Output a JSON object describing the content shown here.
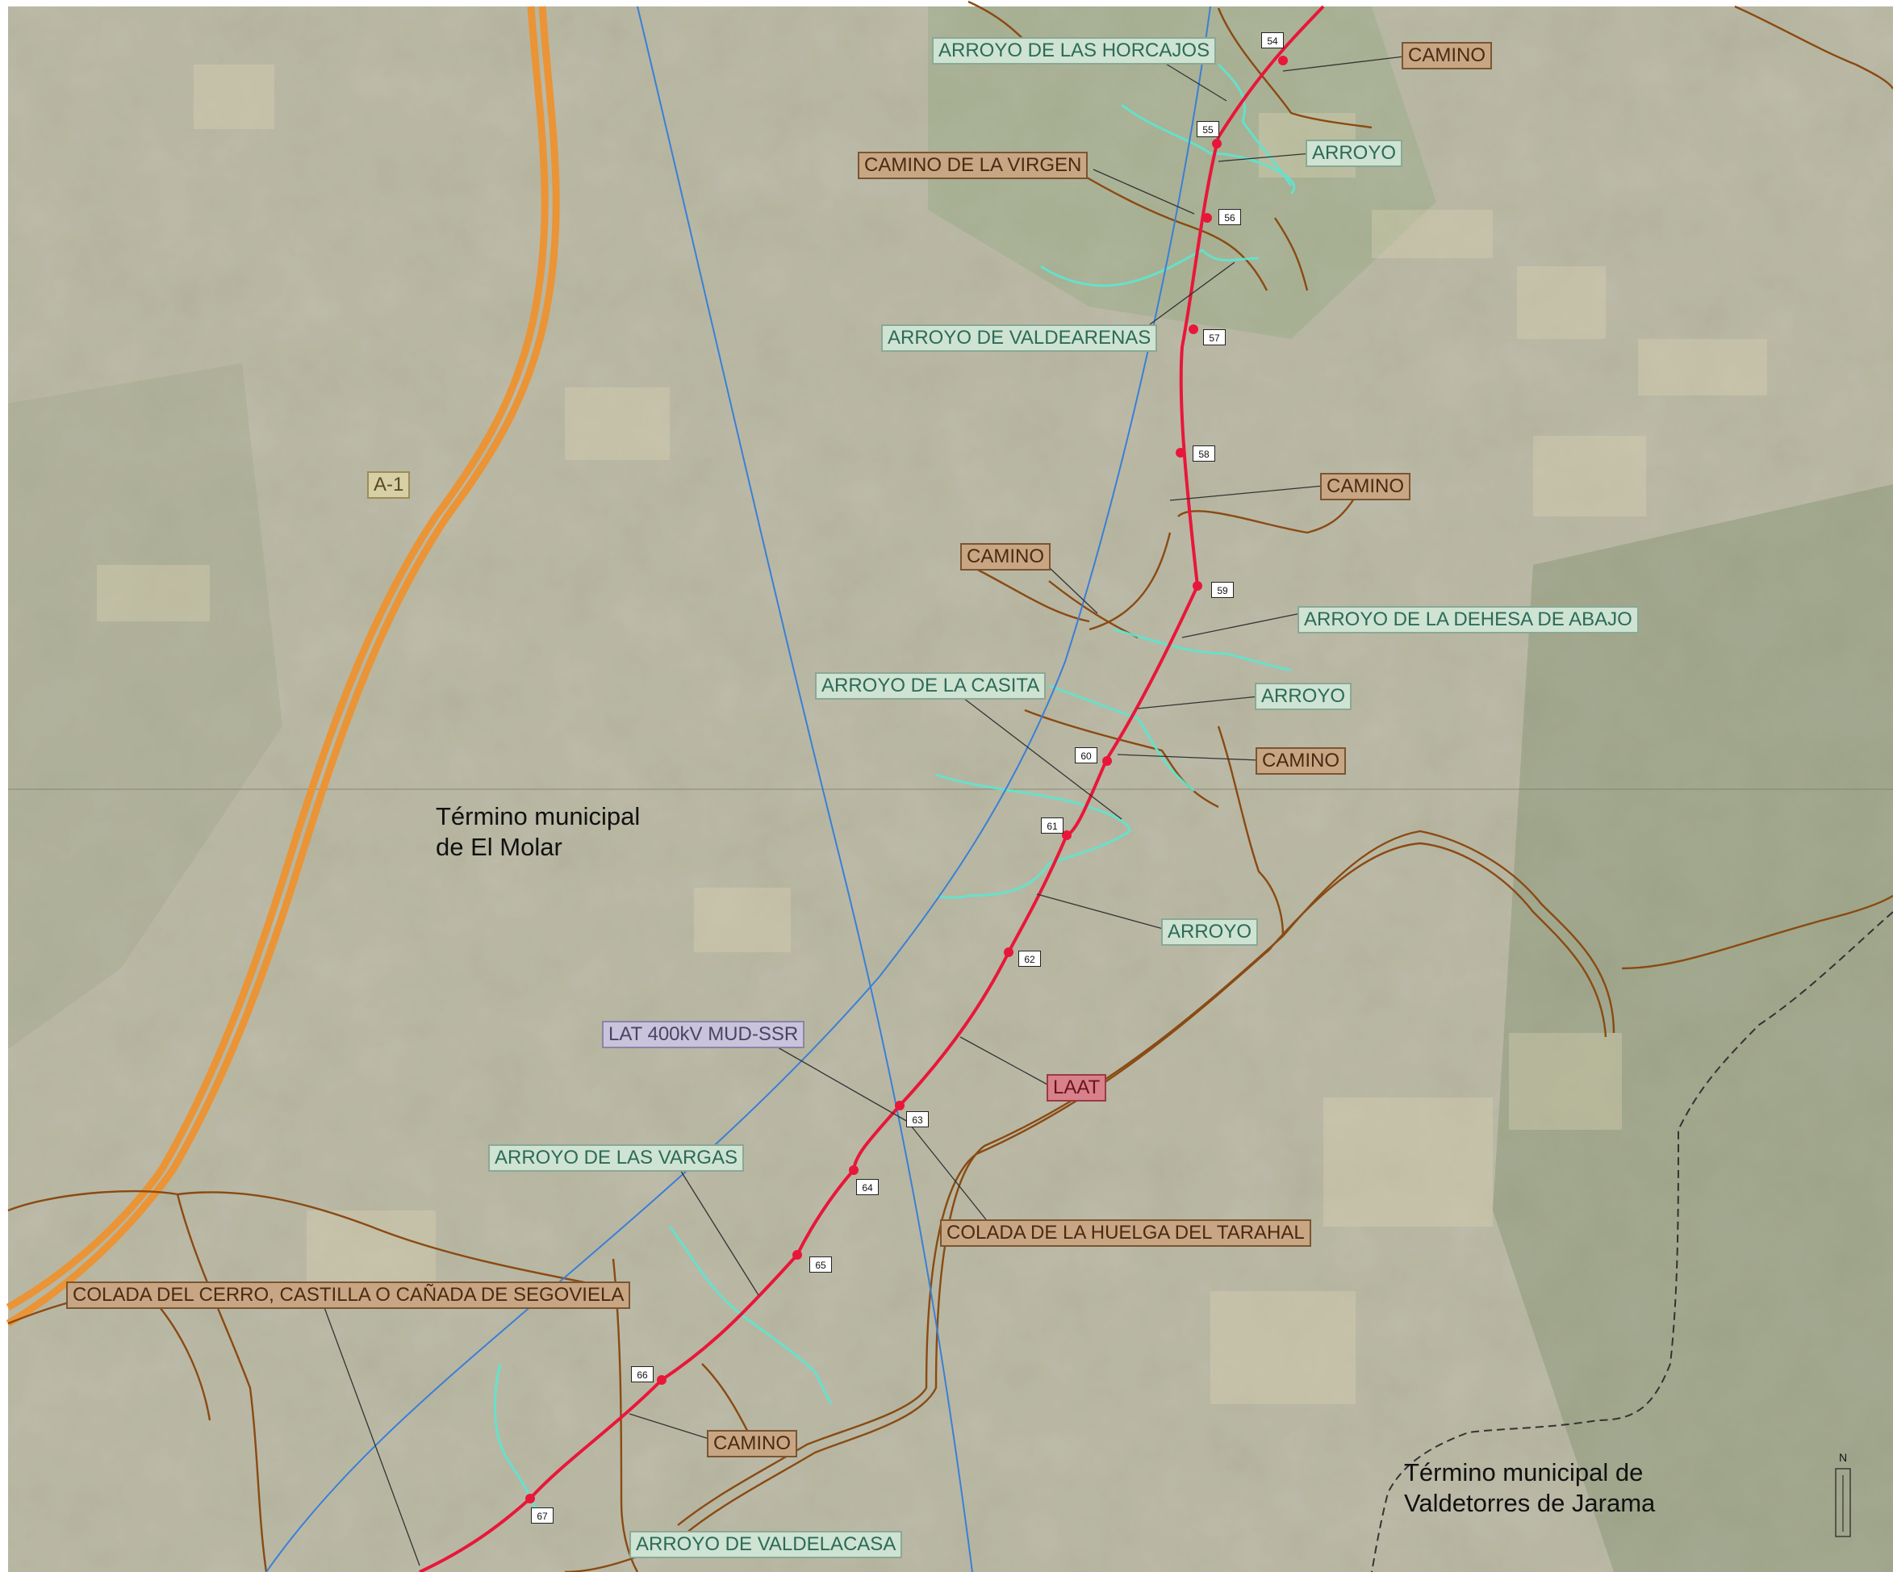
{
  "municipalities": {
    "el_molar": [
      "Término municipal",
      "de El Molar"
    ],
    "valdetorres": [
      "Término municipal de",
      "Valdetorres de Jarama"
    ]
  },
  "labels": {
    "horcajos": "ARROYO DE LAS HORCAJOS",
    "camino_top": "CAMINO",
    "arroyo_top": "ARROYO",
    "camino_virgen": "CAMINO DE LA VIRGEN",
    "valdearenas": "ARROYO DE VALDEARENAS",
    "a1": "A-1",
    "camino_58": "CAMINO",
    "camino_59": "CAMINO",
    "dehesa": "ARROYO DE LA DEHESA DE ABAJO",
    "casita": "ARROYO DE LA CASITA",
    "arroyo_mid": "ARROYO",
    "camino_60": "CAMINO",
    "arroyo_62": "ARROYO",
    "lat": "LAT 400kV MUD-SSR",
    "laat": "LAAT",
    "vargas": "ARROYO DE LAS VARGAS",
    "tarahal": "COLADA DE LA HUELGA DEL TARAHAL",
    "cerro": "COLADA DEL CERRO, CASTILLA O CAÑADA DE SEGOVIELA",
    "camino_66": "CAMINO",
    "valdelacasa": "ARROYO DE VALDELACASA"
  },
  "towers": [
    "54",
    "55",
    "56",
    "57",
    "58",
    "59",
    "60",
    "61",
    "62",
    "63",
    "64",
    "65",
    "66",
    "67"
  ],
  "north": "N",
  "colors": {
    "laat": "#e8173a",
    "lat400": "#3a7fd6",
    "highway": "#f0902a",
    "stream": "#5ee6cf",
    "path": "#8a4a12"
  }
}
